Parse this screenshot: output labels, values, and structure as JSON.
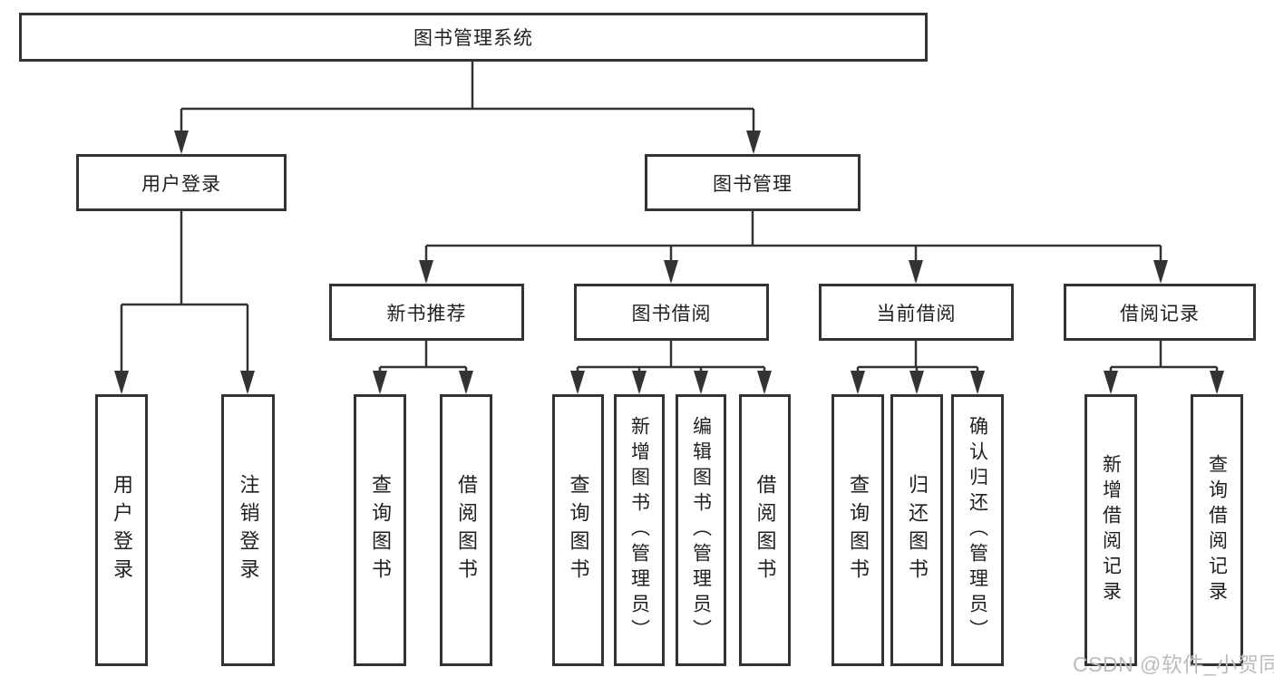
{
  "diagram_type": "hierarchy-tree",
  "watermark": "CSDN @软件_小贺同学",
  "colors": {
    "line": "#333333",
    "box_border": "#333333",
    "box_fill": "#ffffff",
    "text": "#1f1f1f",
    "background": "#ffffff",
    "watermark": "#b9bdc1"
  },
  "tree": {
    "root": {
      "label": "图书管理系统",
      "children": [
        {
          "label": "用户登录",
          "children": [
            {
              "label": "用户登录"
            },
            {
              "label": "注销登录"
            }
          ]
        },
        {
          "label": "图书管理",
          "children": [
            {
              "label": "新书推荐",
              "children": [
                {
                  "label": "查询图书"
                },
                {
                  "label": "借阅图书"
                }
              ]
            },
            {
              "label": "图书借阅",
              "children": [
                {
                  "label": "查询图书"
                },
                {
                  "label": "新增图书（管理员）"
                },
                {
                  "label": "编辑图书（管理员）"
                },
                {
                  "label": "借阅图书"
                }
              ]
            },
            {
              "label": "当前借阅",
              "children": [
                {
                  "label": "查询图书"
                },
                {
                  "label": "归还图书"
                },
                {
                  "label": "确认归还（管理员）"
                }
              ]
            },
            {
              "label": "借阅记录",
              "children": [
                {
                  "label": "新增借阅记录"
                },
                {
                  "label": "查询借阅记录"
                }
              ]
            }
          ]
        }
      ]
    }
  }
}
